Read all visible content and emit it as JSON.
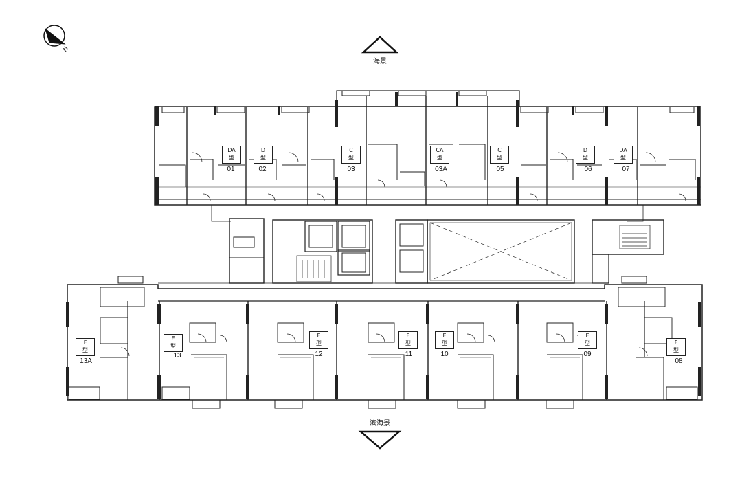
{
  "view_labels": {
    "top": "海景",
    "bottom": "滨海景"
  },
  "compass": {
    "label": "N"
  },
  "type_suffix": "型",
  "units": [
    {
      "type": "DA",
      "number": "01"
    },
    {
      "type": "D",
      "number": "02"
    },
    {
      "type": "C",
      "number": "03"
    },
    {
      "type": "CA",
      "number": "03A"
    },
    {
      "type": "C",
      "number": "05"
    },
    {
      "type": "D",
      "number": "06"
    },
    {
      "type": "DA",
      "number": "07"
    },
    {
      "type": "F",
      "number": "08"
    },
    {
      "type": "E",
      "number": "09"
    },
    {
      "type": "E",
      "number": "10"
    },
    {
      "type": "E",
      "number": "11"
    },
    {
      "type": "E",
      "number": "12"
    },
    {
      "type": "E",
      "number": "13"
    },
    {
      "type": "F",
      "number": "13A"
    }
  ]
}
